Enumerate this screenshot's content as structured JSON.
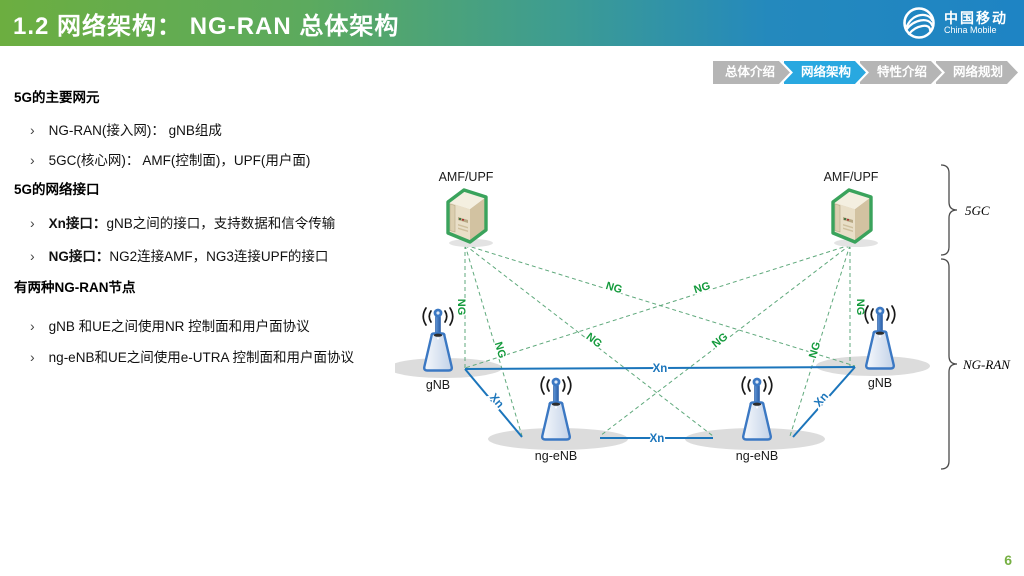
{
  "header": {
    "title": "1.2 网络架构：  NG-RAN 总体架构",
    "logo": {
      "cn": "中国移动",
      "en": "China Mobile"
    }
  },
  "breadcrumb": {
    "items": [
      {
        "label": "总体介绍",
        "active": false
      },
      {
        "label": "网络架构",
        "active": true
      },
      {
        "label": "特性介绍",
        "active": false
      },
      {
        "label": "网络规划",
        "active": false
      }
    ]
  },
  "content": {
    "bullet_char": "›",
    "sections": [
      {
        "heading": "5G的主要网元",
        "bullets": [
          {
            "prefix": "",
            "text": "NG-RAN(接入网)： gNB组成"
          },
          {
            "prefix": "",
            "text": "5GC(核心网)： AMF(控制面)，UPF(用户面)"
          }
        ]
      },
      {
        "heading": "5G的网络接口",
        "bullets": [
          {
            "prefix": "Xn接口：",
            "text": "gNB之间的接口，支持数据和信令传输"
          },
          {
            "prefix": "NG接口：",
            "text": "NG2连接AMF，NG3连接UPF的接口"
          }
        ]
      },
      {
        "heading": "有两种NG-RAN节点",
        "bullets": [
          {
            "prefix": "",
            "text": "gNB 和UE之间使用NR 控制面和用户面协议"
          },
          {
            "prefix": "",
            "text": "ng-eNB和UE之间使用e-UTRA 控制面和用户面协议"
          }
        ]
      }
    ]
  },
  "diagram": {
    "nodes": {
      "amf_left": "AMF/UPF",
      "amf_right": "AMF/UPF",
      "gnb_left": "gNB",
      "gnb_right": "gNB",
      "ngenb_left": "ng-eNB",
      "ngenb_right": "ng-eNB"
    },
    "link_labels": {
      "ng": "NG",
      "xn": "Xn"
    },
    "braces": {
      "top": "5GC",
      "bottom": "NG-RAN"
    }
  },
  "page_number": "6",
  "colors": {
    "header_green": "#6cae40",
    "header_blue": "#1e84c4",
    "breadcrumb_active": "#29a8e0",
    "breadcrumb_inactive": "#b5b5b5",
    "ng_line_green": "#5fa97c",
    "ng_label_green": "#149a3c",
    "xn_blue": "#1b75bb",
    "server_border_green": "#3aa35c",
    "tower_blue": "#3b78c3",
    "page_number_green": "#76b043"
  }
}
